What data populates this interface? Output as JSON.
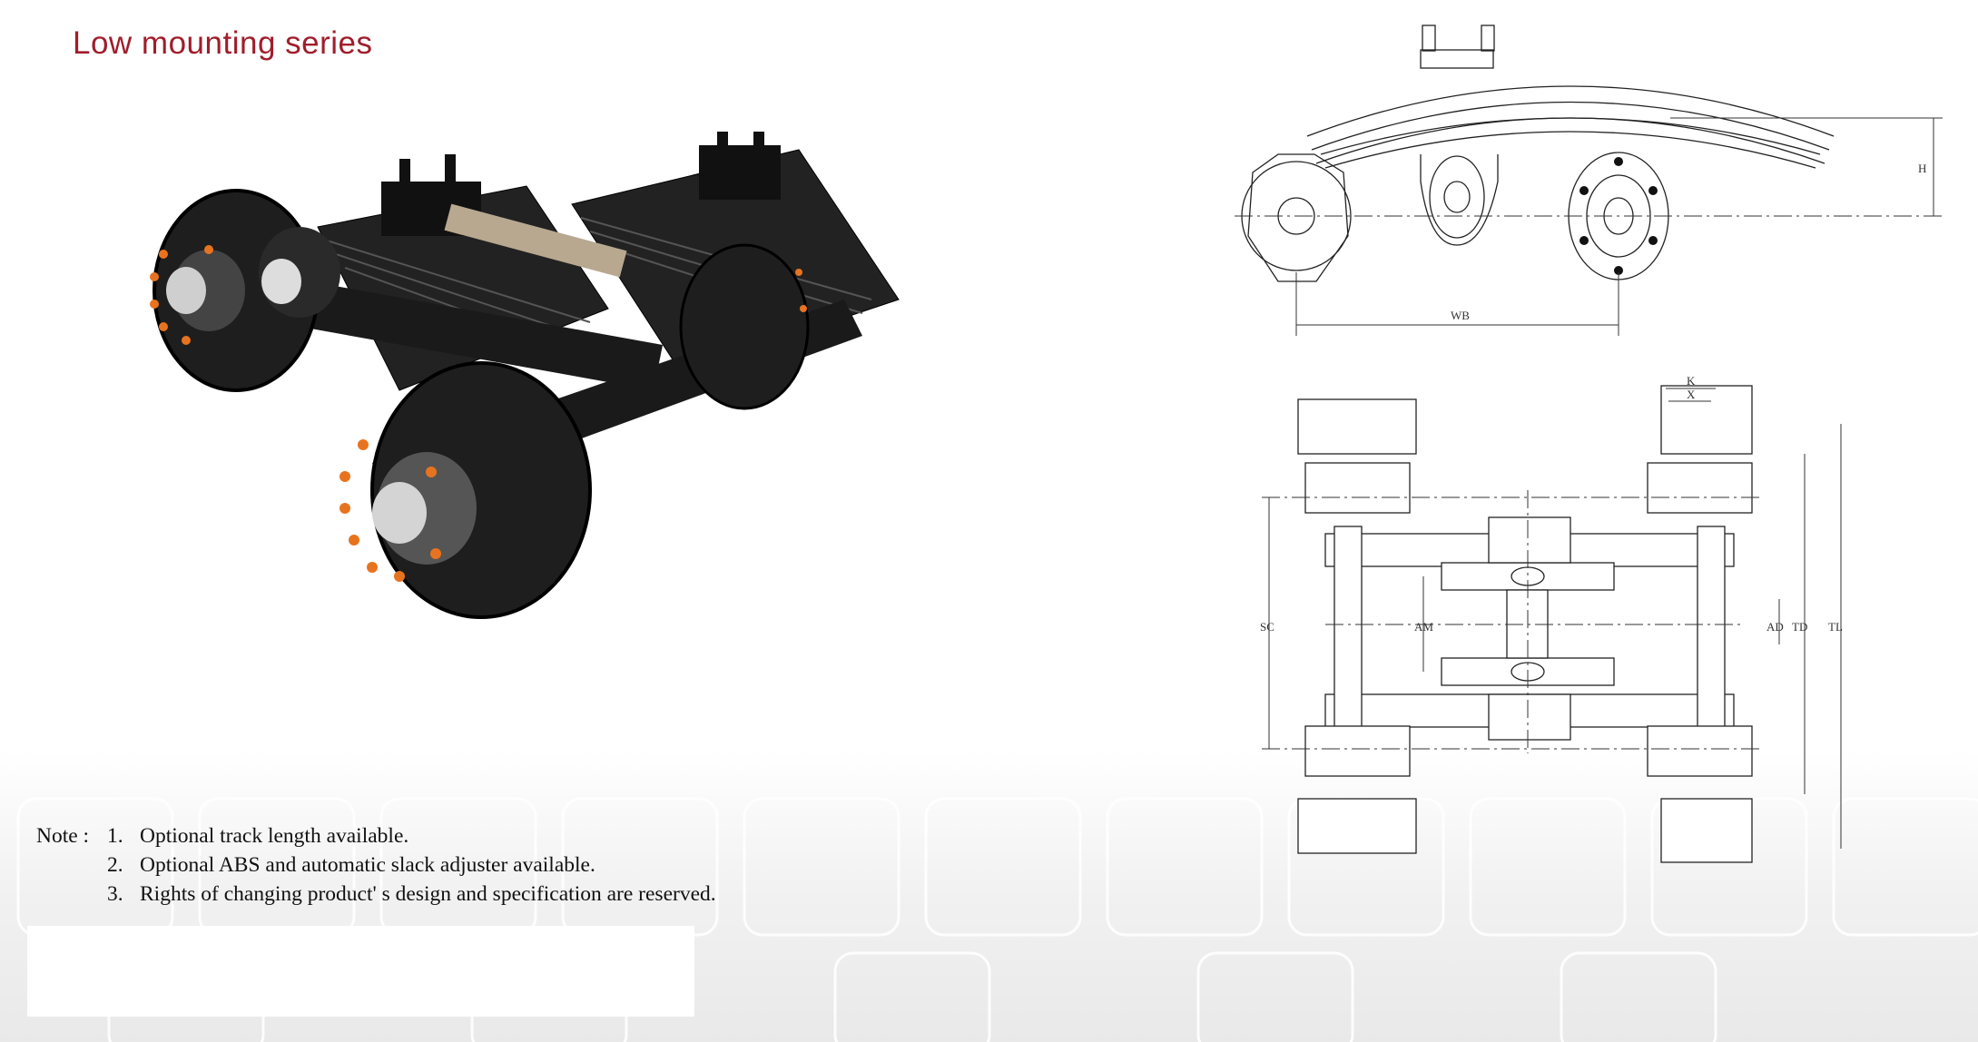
{
  "title": "Low mounting series",
  "notes": {
    "lead": "Note :",
    "items": [
      {
        "num": "1.",
        "text": "Optional track length available."
      },
      {
        "num": "2.",
        "text": "Optional ABS and automatic slack adjuster available."
      },
      {
        "num": "3.",
        "text": "Rights of changing product' s design and specification are reserved."
      }
    ]
  },
  "side_view": {
    "labels": {
      "wheelbase": "WB",
      "height": "H"
    }
  },
  "top_view": {
    "labels": {
      "k": "K",
      "x": "X",
      "sc": "SC",
      "am": "AM",
      "ad": "AD",
      "td": "TD",
      "tl": "TL"
    }
  },
  "colors": {
    "title": "#a01d2b",
    "photo_body": "#1c1c1c",
    "bolt_caps": "#e8731f"
  }
}
